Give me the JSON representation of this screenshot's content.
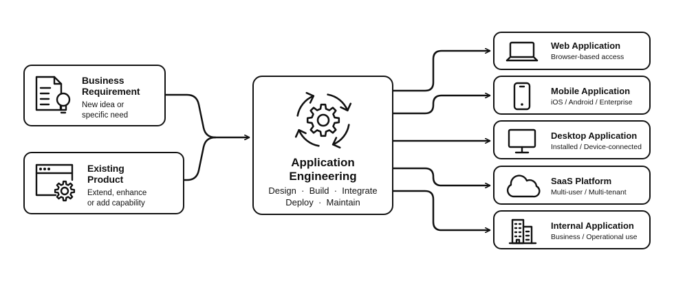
{
  "inputs": [
    {
      "title_line1": "Business",
      "title_line2": "Requirement",
      "desc_line1": "New idea or",
      "desc_line2": "specific need",
      "icon": "document-lightbulb-icon"
    },
    {
      "title_line1": "Existing",
      "title_line2": "Product",
      "desc_line1": "Extend, enhance",
      "desc_line2": "or add capability",
      "icon": "browser-gear-icon"
    }
  ],
  "center": {
    "title_line1": "Application",
    "title_line2": "Engineering",
    "activities_line1": "Design  ·  Build  ·  Integrate",
    "activities_line2": "Deploy  ·  Maintain",
    "icon": "cycle-gear-icon"
  },
  "outputs": [
    {
      "title": "Web Application",
      "desc": "Browser-based access",
      "icon": "laptop-icon"
    },
    {
      "title": "Mobile Application",
      "desc": "iOS / Android / Enterprise",
      "icon": "smartphone-icon"
    },
    {
      "title": "Desktop Application",
      "desc": "Installed / Device-connected",
      "icon": "monitor-icon"
    },
    {
      "title": "SaaS Platform",
      "desc": "Multi-user / Multi-tenant",
      "icon": "cloud-icon"
    },
    {
      "title": "Internal Application",
      "desc": "Business / Operational use",
      "icon": "building-icon"
    }
  ]
}
